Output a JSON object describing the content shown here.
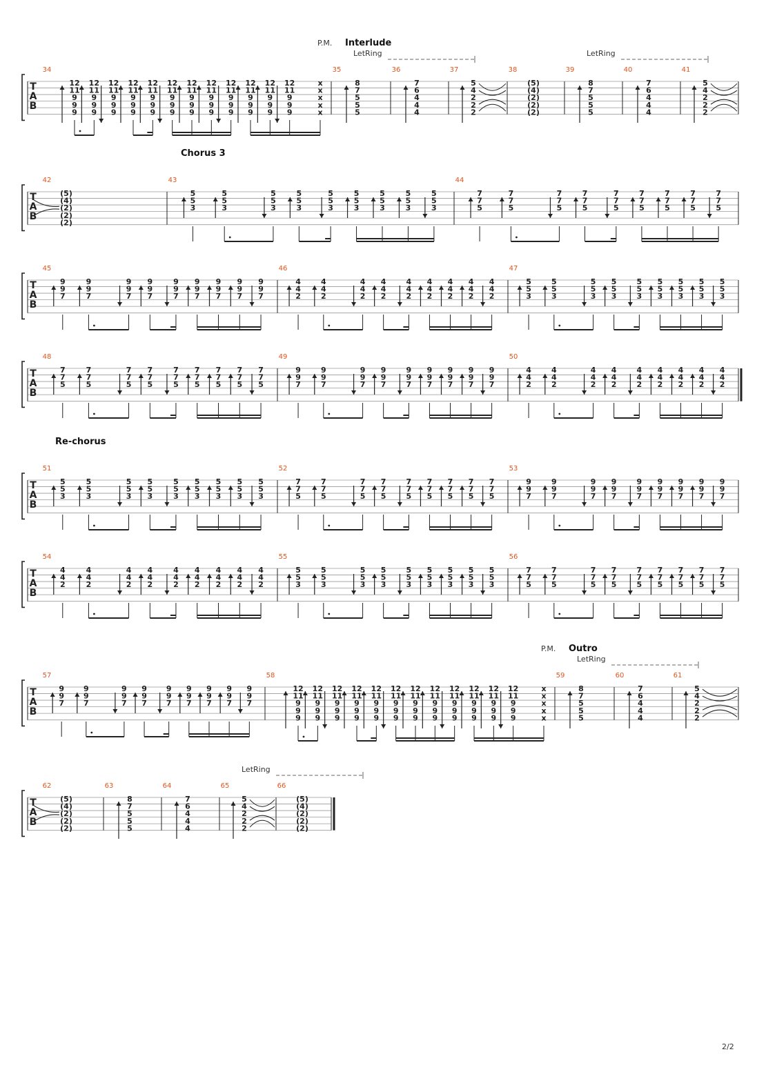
{
  "page": {
    "number": "2/2"
  },
  "colors": {
    "measure_number": "#e2541b",
    "staff_line": "#9a9a9a",
    "ink": "#222222"
  },
  "clef_letters": [
    "T",
    "A",
    "B"
  ],
  "annotations": {
    "palm_mute": "P.M.",
    "let_ring": "LetRing"
  },
  "chords": {
    "E5": [
      "12",
      "11",
      "9",
      "9",
      "9"
    ],
    "X": [
      "x",
      "x",
      "x",
      "x",
      "x"
    ],
    "C": [
      "8",
      "7",
      "5",
      "5",
      "5"
    ],
    "B": [
      "7",
      "6",
      "4",
      "4",
      "4"
    ],
    "H": [
      "5",
      "4",
      "2",
      "2",
      "2"
    ],
    "T": [
      "(5)",
      "(4)",
      "(2)",
      "(2)",
      "(2)"
    ],
    "G3": [
      "5",
      "5",
      "3"
    ],
    "A3": [
      "7",
      "7",
      "5"
    ],
    "B3": [
      "9",
      "9",
      "7"
    ],
    "E3": [
      "4",
      "4",
      "2"
    ]
  },
  "systems": [
    {
      "measures": [
        {
          "number": "34",
          "content": "riffA"
        },
        {
          "number": "35",
          "section": "Interlude",
          "pm": true,
          "letring": true,
          "content": "whole",
          "chord": "C"
        },
        {
          "number": "36",
          "content": "whole",
          "chord": "B"
        },
        {
          "number": "37",
          "content": "harm",
          "chord": "H"
        },
        {
          "number": "38",
          "content": "whole",
          "chord": "T",
          "noarrow": true
        },
        {
          "number": "39",
          "letring": true,
          "content": "whole",
          "chord": "C"
        },
        {
          "number": "40",
          "content": "whole",
          "chord": "B"
        },
        {
          "number": "41",
          "content": "harm",
          "chord": "H"
        }
      ]
    },
    {
      "measures": [
        {
          "number": "42",
          "content": "tied",
          "chord": "T"
        },
        {
          "number": "43",
          "section": "Chorus 3",
          "content": "strum",
          "chord": "G3"
        },
        {
          "number": "44",
          "content": "strum",
          "chord": "A3"
        }
      ]
    },
    {
      "measures": [
        {
          "number": "45",
          "content": "strum",
          "chord": "B3"
        },
        {
          "number": "46",
          "content": "strum",
          "chord": "E3"
        },
        {
          "number": "47",
          "content": "strum",
          "chord": "G3"
        }
      ]
    },
    {
      "measures": [
        {
          "number": "48",
          "content": "strum",
          "chord": "A3"
        },
        {
          "number": "49",
          "content": "strum",
          "chord": "B3"
        },
        {
          "number": "50",
          "content": "strum",
          "chord": "E3"
        }
      ]
    },
    {
      "measures": [
        {
          "number": "51",
          "section": "Re-chorus",
          "content": "strum",
          "chord": "G3"
        },
        {
          "number": "52",
          "content": "strum",
          "chord": "A3"
        },
        {
          "number": "53",
          "content": "strum",
          "chord": "B3"
        }
      ]
    },
    {
      "measures": [
        {
          "number": "54",
          "content": "strum",
          "chord": "E3"
        },
        {
          "number": "55",
          "content": "strum",
          "chord": "G3"
        },
        {
          "number": "56",
          "content": "strum",
          "chord": "A3"
        }
      ]
    },
    {
      "measures": [
        {
          "number": "57",
          "content": "strum",
          "chord": "B3"
        },
        {
          "number": "58",
          "content": "riffA"
        },
        {
          "number": "59",
          "section": "Outro",
          "pm": true,
          "letring": true,
          "content": "whole",
          "chord": "C"
        },
        {
          "number": "60",
          "content": "whole",
          "chord": "B"
        },
        {
          "number": "61",
          "content": "harm",
          "chord": "H"
        }
      ]
    },
    {
      "measures": [
        {
          "number": "62",
          "content": "tied",
          "chord": "T"
        },
        {
          "number": "63",
          "content": "whole",
          "chord": "C"
        },
        {
          "number": "64",
          "content": "whole",
          "chord": "B"
        },
        {
          "number": "65",
          "content": "harm",
          "chord": "H",
          "letring": true
        },
        {
          "number": "66",
          "content": "whole",
          "chord": "T",
          "noarrow": true
        }
      ]
    }
  ]
}
